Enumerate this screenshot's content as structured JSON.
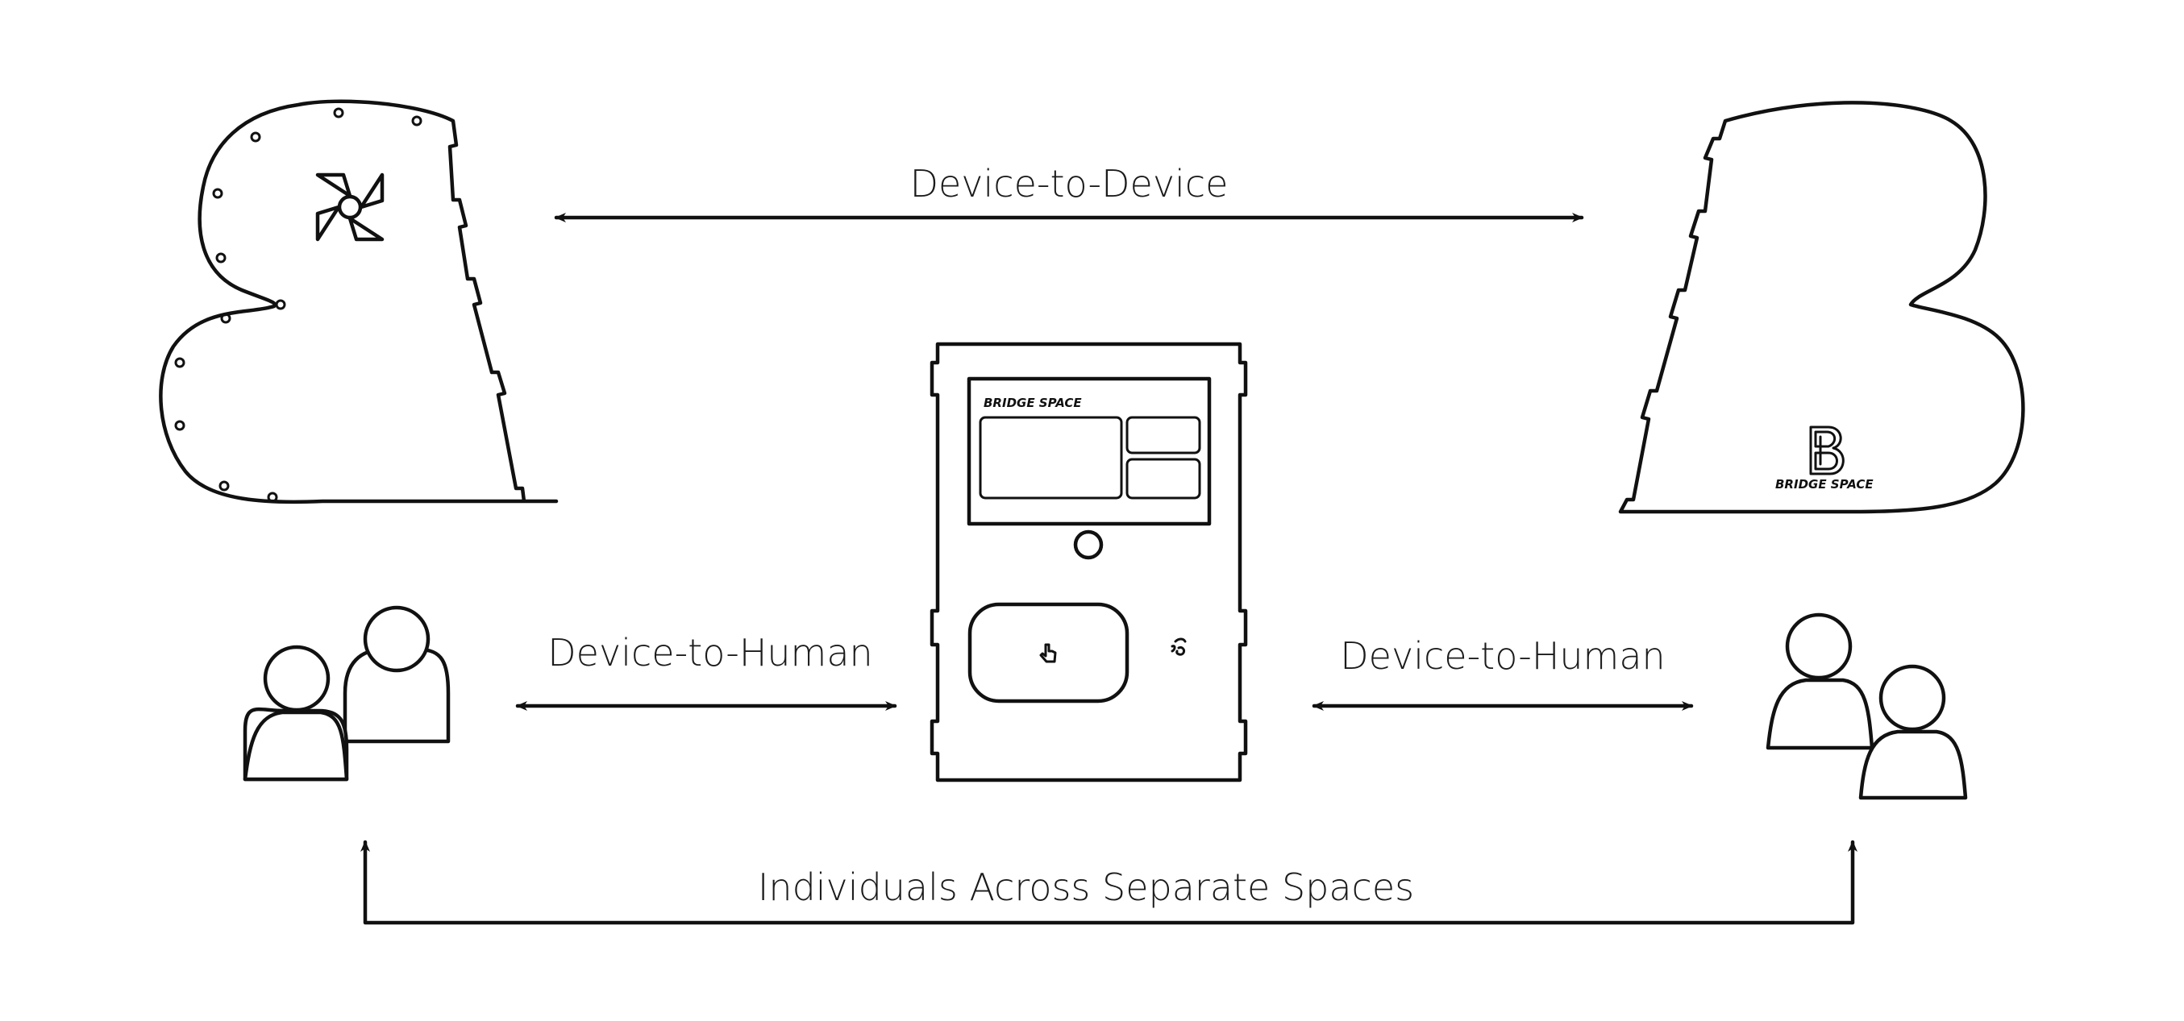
{
  "diagram": {
    "labels": {
      "device_to_device": "Device-to-Device",
      "device_to_human_left": "Device-to-Human",
      "device_to_human_right": "Device-to-Human",
      "individuals": "Individuals Across Separate Spaces"
    },
    "device": {
      "brand": "BRIDGE SPACE"
    },
    "right_panel": {
      "brand": "BRIDGE SPACE"
    },
    "icons": {
      "left_panel_logo": "pinwheel-logo-icon",
      "right_panel_logo": "bridge-space-b-logo-icon",
      "device_button": "circle-button-icon",
      "touch": "hand-pointer-icon",
      "sensor": "sensor-icon",
      "people_left": "people-pair-icon",
      "people_right": "people-pair-icon"
    },
    "colors": {
      "ink": "#111111",
      "background": "#ffffff"
    }
  }
}
